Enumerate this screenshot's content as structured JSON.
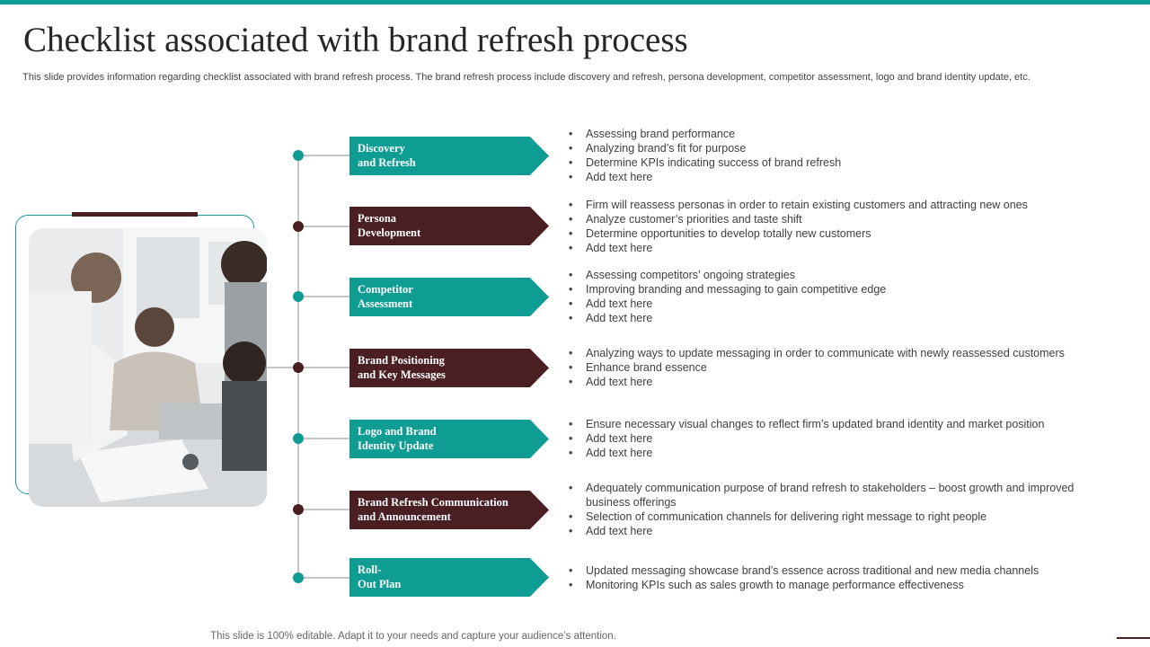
{
  "title": "Checklist associated with brand refresh process",
  "subtitle": "This slide provides information regarding checklist associated with brand refresh process. The brand refresh process include discovery and refresh, persona development, competitor assessment, logo and brand identity update, etc.",
  "colors": {
    "teal": "#0f9d93",
    "maroon": "#4a1f22",
    "text": "#404040"
  },
  "photo": {
    "icon": "team-meeting-photo"
  },
  "steps": [
    {
      "label": "Discovery\nand Refresh",
      "color": "teal",
      "bullets": [
        "Assessing brand performance",
        "Analyzing brand’s fit for purpose",
        "Determine KPIs indicating success of brand refresh",
        "Add text here"
      ]
    },
    {
      "label": "Persona\nDevelopment",
      "color": "maroon",
      "bullets": [
        "Firm will reassess personas in order to retain existing customers and attracting new ones",
        "Analyze customer’s priorities and taste shift",
        "Determine opportunities to develop totally new customers",
        "Add text here"
      ]
    },
    {
      "label": "Competitor\nAssessment",
      "color": "teal",
      "bullets": [
        "Assessing competitors’ ongoing strategies",
        "Improving branding and messaging to gain competitive edge",
        "Add text here",
        "Add text here"
      ]
    },
    {
      "label": "Brand Positioning\nand Key Messages",
      "color": "maroon",
      "bullets": [
        "Analyzing ways to update messaging in order to communicate with newly reassessed customers",
        "Enhance brand essence",
        "Add text here"
      ]
    },
    {
      "label": "Logo and Brand\nIdentity Update",
      "color": "teal",
      "bullets": [
        "Ensure necessary visual changes to reflect firm’s updated brand identity and market position",
        "Add text here",
        "Add text here"
      ]
    },
    {
      "label": "Brand Refresh Communication\nand Announcement",
      "color": "maroon",
      "bullets": [
        "Adequately communication purpose of brand refresh to stakeholders – boost growth and improved business offerings",
        "Selection of communication channels for delivering right message to right people",
        "Add text here"
      ]
    },
    {
      "label": "Roll-\nOut Plan",
      "color": "teal",
      "bullets": [
        "Updated messaging showcase brand’s essence across traditional and new media channels",
        "Monitoring KPIs such as sales growth to manage performance effectiveness"
      ]
    }
  ],
  "footer": "This slide is 100% editable. Adapt it to your needs and capture your audience’s attention."
}
